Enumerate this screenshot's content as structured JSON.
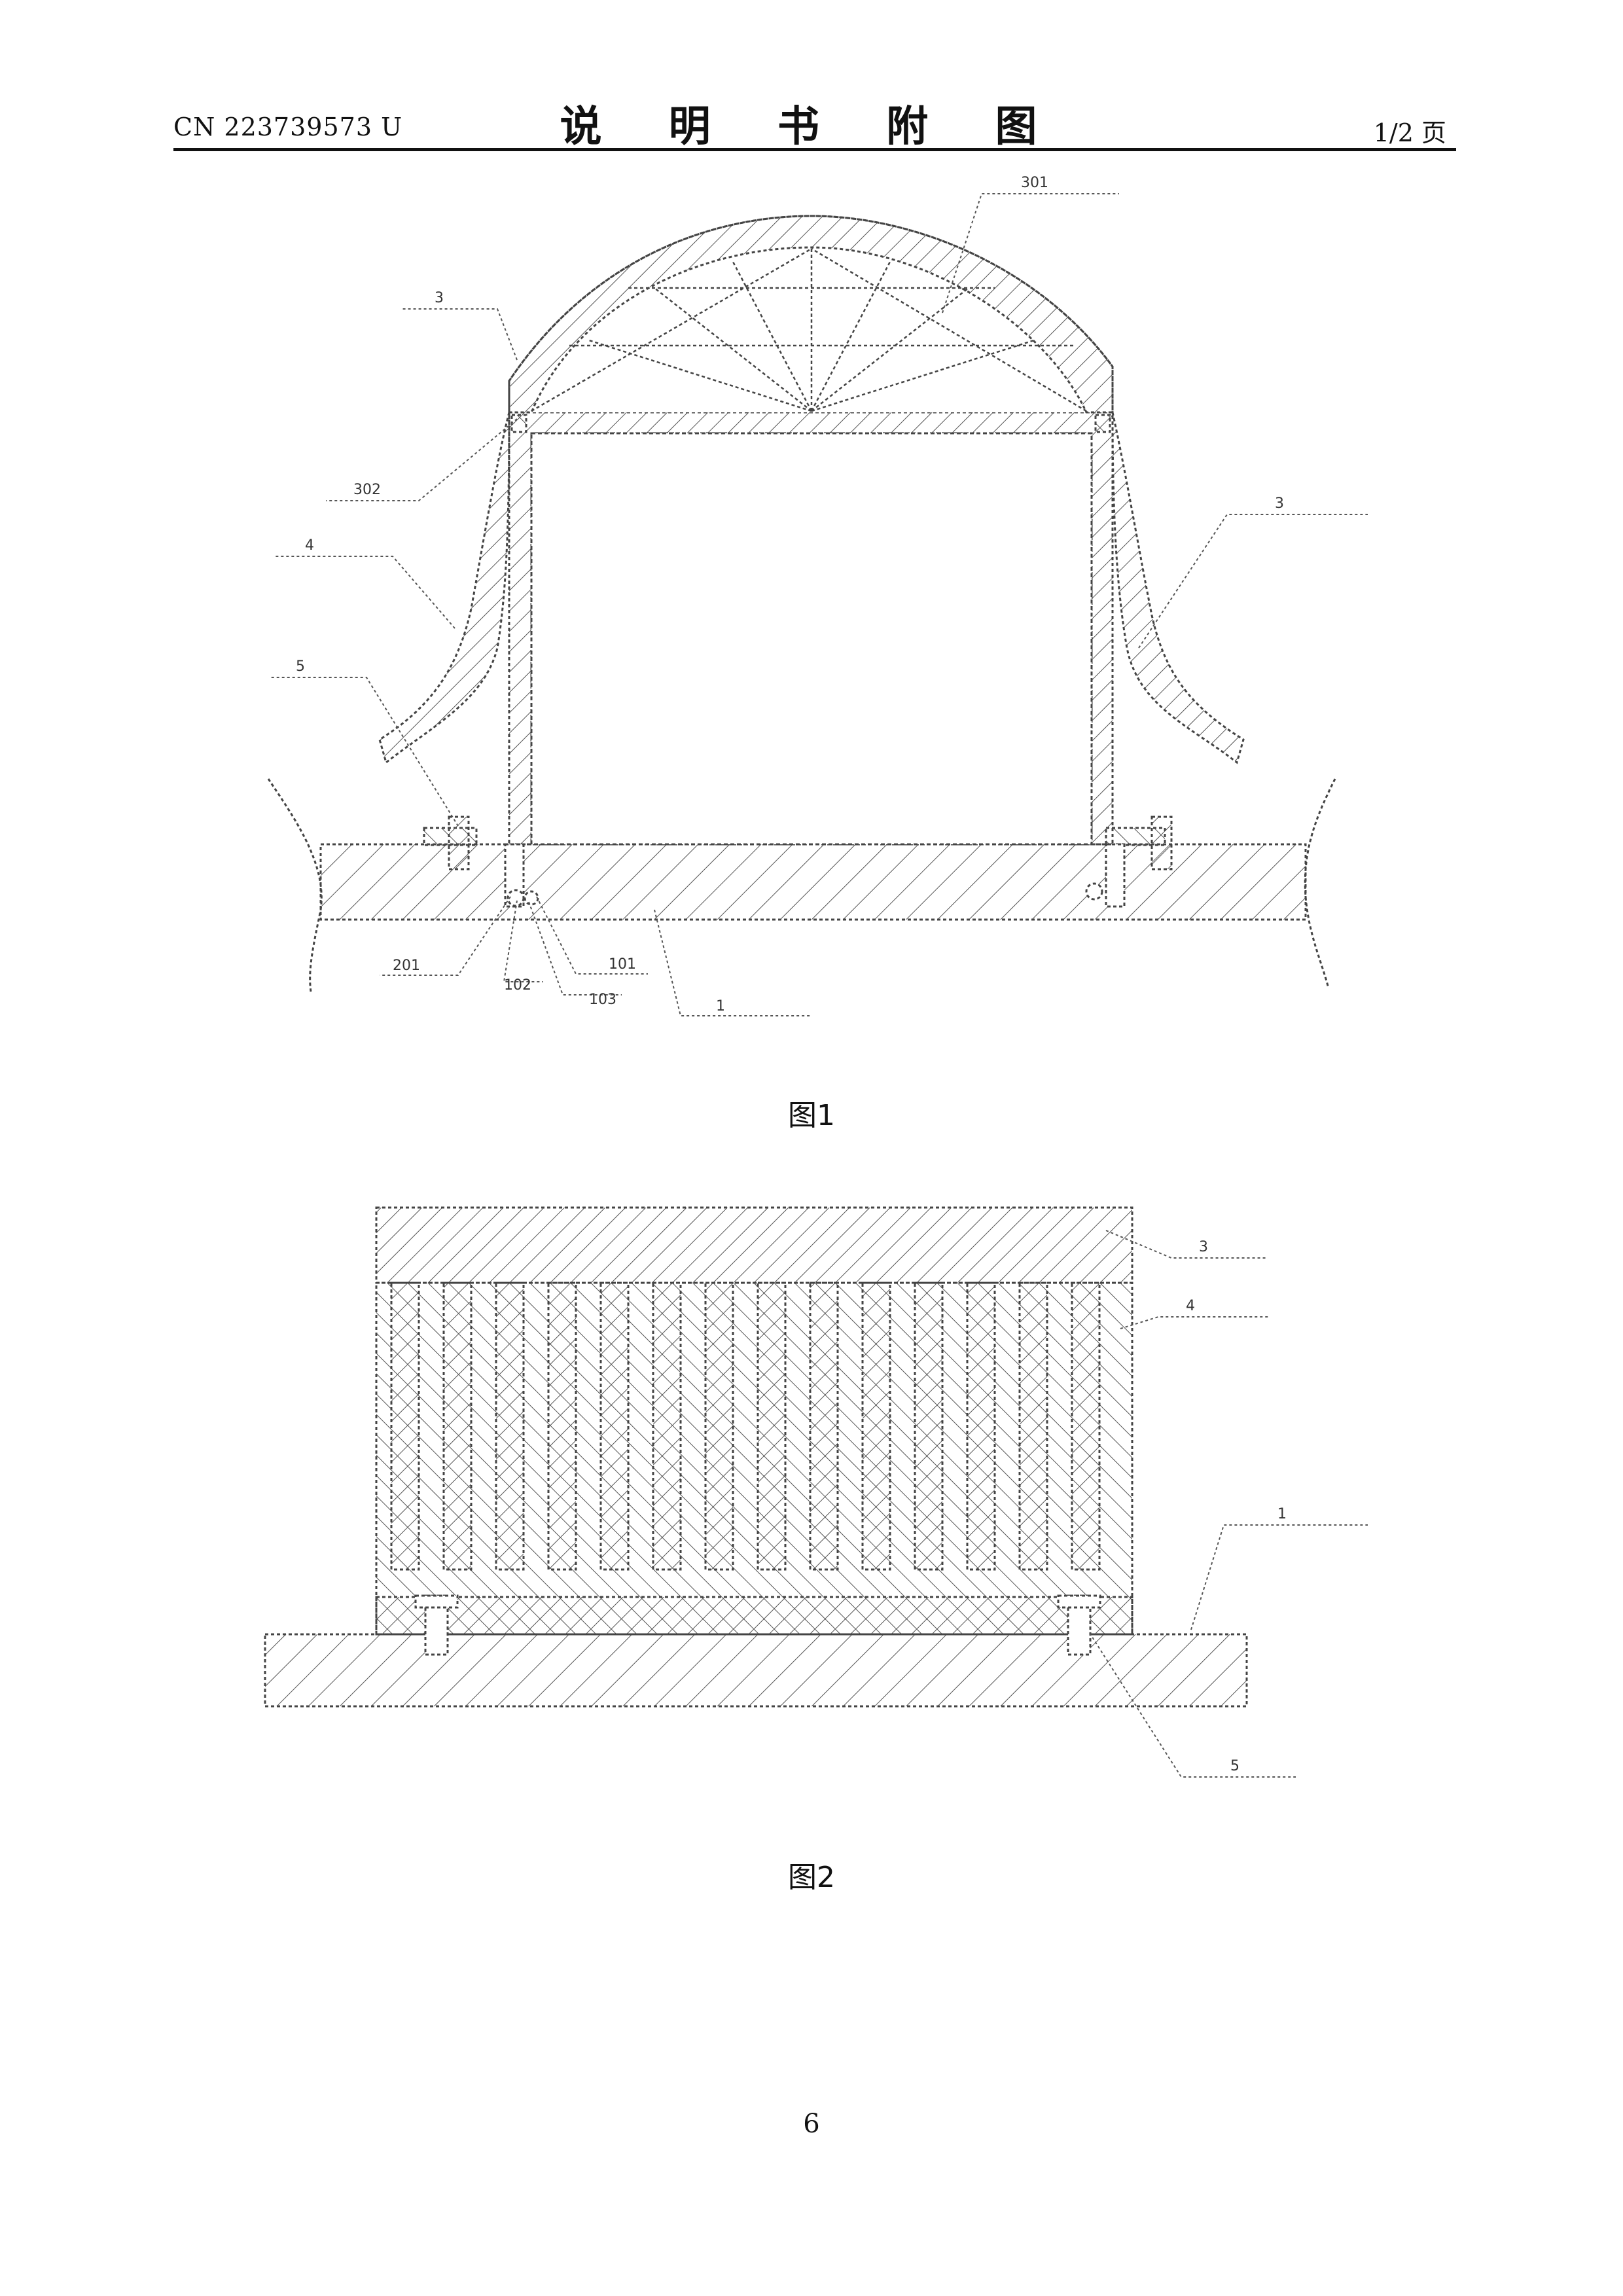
{
  "header": {
    "patent_number": "CN 223739573 U",
    "title": "说 明 书 附 图",
    "page_info": "1/2 页"
  },
  "figure1": {
    "caption": "图1",
    "labels": {
      "top_right": "301",
      "top_left": "3",
      "left_upper": "302",
      "left_mid": "4",
      "left_low": "5",
      "right_mid": "3",
      "bottom_201": "201",
      "bottom_102": "102",
      "bottom_103": "103",
      "bottom_101": "101",
      "bottom_1": "1"
    }
  },
  "figure2": {
    "caption": "图2",
    "labels": {
      "top": "3",
      "upper": "4",
      "mid": "1",
      "bottom": "5"
    }
  },
  "page_number": "6"
}
